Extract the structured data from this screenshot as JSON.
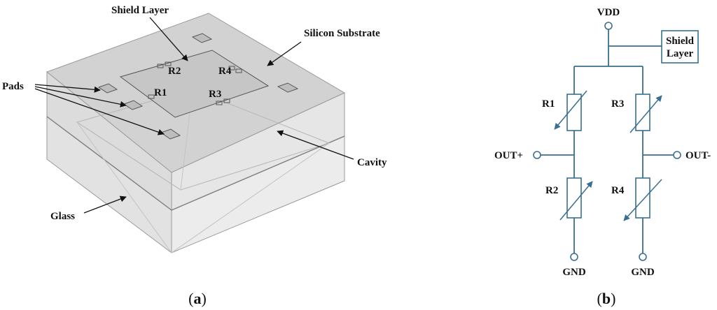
{
  "panel_a": {
    "caption_open": "(",
    "caption_letter": "a",
    "caption_close": ")",
    "labels": {
      "shield_layer": "Shield Layer",
      "silicon_substrate": "Silicon Substrate",
      "pads": "Pads",
      "r1": "R1",
      "r2": "R2",
      "r3": "R3",
      "r4": "R4",
      "cavity": "Cavity",
      "glass": "Glass"
    }
  },
  "panel_b": {
    "caption_open": "(",
    "caption_letter": "b",
    "caption_close": ")",
    "labels": {
      "vdd": "VDD",
      "shield_line1": "Shield",
      "shield_line2": "Layer",
      "r1": "R1",
      "r2": "R2",
      "r3": "R3",
      "r4": "R4",
      "out_plus": "OUT+",
      "out_minus": "OUT-",
      "gnd_left": "GND",
      "gnd_right": "GND"
    }
  },
  "colors": {
    "circuit_wire": "#3a6f8f",
    "glass_fill": "#e3e3e3",
    "edge": "#9a9a9a"
  }
}
